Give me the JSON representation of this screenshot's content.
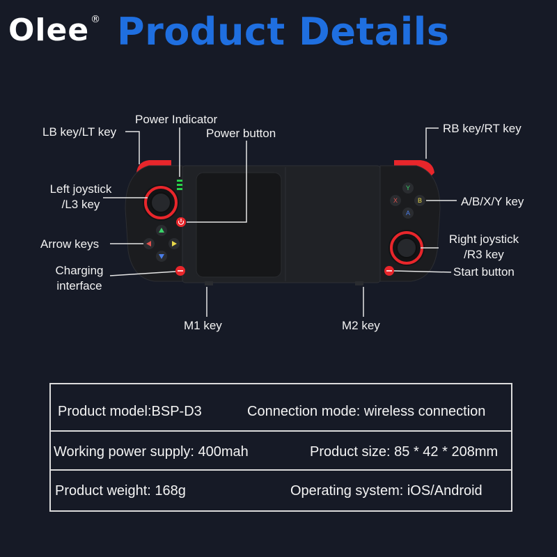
{
  "brand": {
    "name": "Olee",
    "mark": "®"
  },
  "title": "Product Details",
  "colors": {
    "background": "#161a26",
    "title_blue": "#1f6fe0",
    "accent_red": "#e8262b",
    "controller_body": "#1b1c1f"
  },
  "labels": {
    "lb_lt": "LB key/LT key",
    "power_indicator": "Power Indicator",
    "power_button": "Power button",
    "rb_rt": "RB key/RT key",
    "left_joystick_line1": "Left joystick",
    "left_joystick_line2": "/L3 key",
    "abxy": "A/B/X/Y key",
    "arrow_keys": "Arrow keys",
    "right_joystick_line1": "Right joystick",
    "right_joystick_line2": "/R3 key",
    "charging_line1": "Charging",
    "charging_line2": "interface",
    "start_button": "Start button",
    "m1": "M1 key",
    "m2": "M2 key"
  },
  "face_buttons": {
    "y": "Y",
    "x": "X",
    "b": "B",
    "a": "A"
  },
  "icons": {
    "power": "power-icon",
    "select": "sel-icon",
    "start": "start-icon",
    "dpad": [
      "triangle-up-icon",
      "triangle-left-icon",
      "triangle-right-icon",
      "triangle-down-icon"
    ]
  },
  "specs": {
    "model": "Product model:BSP-D3",
    "connection": "Connection mode: wireless connection",
    "power_supply": "Working power supply: 400mah",
    "size": "Product size: 85 * 42 * 208mm",
    "weight": "Product weight: 168g",
    "os": "Operating system: iOS/Android"
  }
}
